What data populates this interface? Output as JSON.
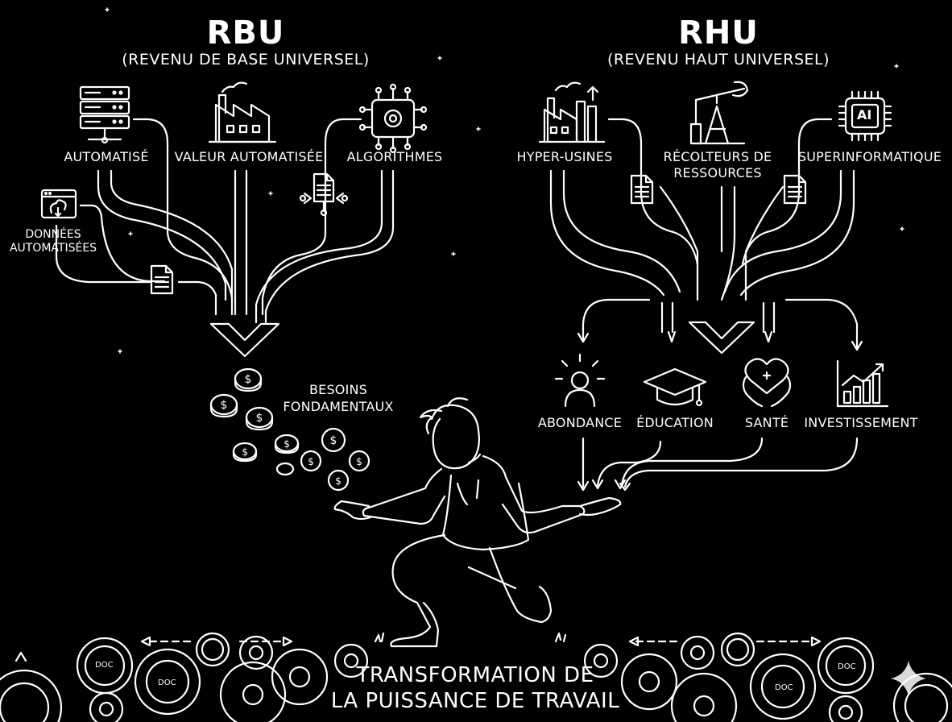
{
  "left": {
    "title": "RBU",
    "subtitle": "(REVENU DE BASE UNIVERSEL)",
    "sources": [
      "AUTOMATISÉ",
      "VALEUR AUTOMATISÉE",
      "ALGORITHMES"
    ],
    "data_source_line1": "DONNÉES",
    "data_source_line2": "AUTOMATISÉES",
    "output_line1": "BESOINS",
    "output_line2": "FONDAMENTAUX"
  },
  "right": {
    "title": "RHU",
    "subtitle": "(REVENU HAUT UNIVERSEL)",
    "source_1": "HYPER-USINES",
    "source_2_line1": "RÉCOLTEURS DE",
    "source_2_line2": "RESSOURCES",
    "source_3": "SUPERINFORMATIQUE",
    "outputs": [
      "ABONDANCE",
      "ÉDUCATION",
      "SANTÉ",
      "INVESTISSEMENT"
    ]
  },
  "icons": {
    "chip_label": "AI",
    "doc_label": "DOC"
  },
  "bottom": {
    "line1": "TRANSFORMATION DE",
    "line2": "LA PUISSANCE DE TRAVAIL"
  },
  "colors": {
    "background": "#000000",
    "line": "#ffffff"
  }
}
